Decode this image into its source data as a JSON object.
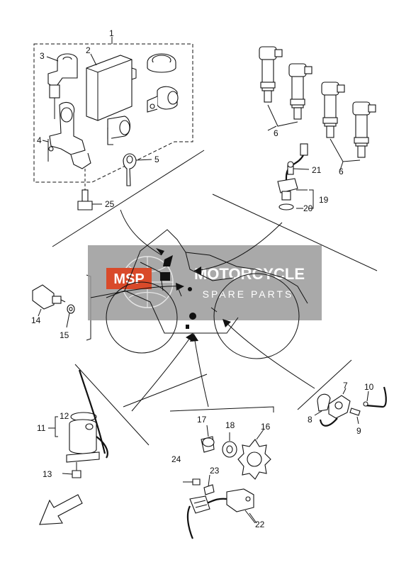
{
  "diagram": {
    "labels": [
      {
        "id": "1",
        "text": "1"
      },
      {
        "id": "2",
        "text": "2"
      },
      {
        "id": "3",
        "text": "3"
      },
      {
        "id": "4",
        "text": "4"
      },
      {
        "id": "5",
        "text": "5"
      },
      {
        "id": "6a",
        "text": "6"
      },
      {
        "id": "6b",
        "text": "6"
      },
      {
        "id": "7",
        "text": "7"
      },
      {
        "id": "8",
        "text": "8"
      },
      {
        "id": "9",
        "text": "9"
      },
      {
        "id": "10",
        "text": "10"
      },
      {
        "id": "11",
        "text": "11"
      },
      {
        "id": "12",
        "text": "12"
      },
      {
        "id": "13",
        "text": "13"
      },
      {
        "id": "14",
        "text": "14"
      },
      {
        "id": "15",
        "text": "15"
      },
      {
        "id": "16",
        "text": "16"
      },
      {
        "id": "17",
        "text": "17"
      },
      {
        "id": "18",
        "text": "18"
      },
      {
        "id": "19",
        "text": "19"
      },
      {
        "id": "20",
        "text": "20"
      },
      {
        "id": "21",
        "text": "21"
      },
      {
        "id": "22",
        "text": "22"
      },
      {
        "id": "23",
        "text": "23"
      },
      {
        "id": "24",
        "text": "24"
      },
      {
        "id": "25",
        "text": "25"
      }
    ]
  },
  "watermark": {
    "badge": "MSP",
    "title": "MOTORCYCLE",
    "subtitle": "SPARE PARTS",
    "color": "#d94a2a"
  },
  "colors": {
    "line": "#111111",
    "background": "#ffffff",
    "watermark_band": "#9a9a9a"
  }
}
